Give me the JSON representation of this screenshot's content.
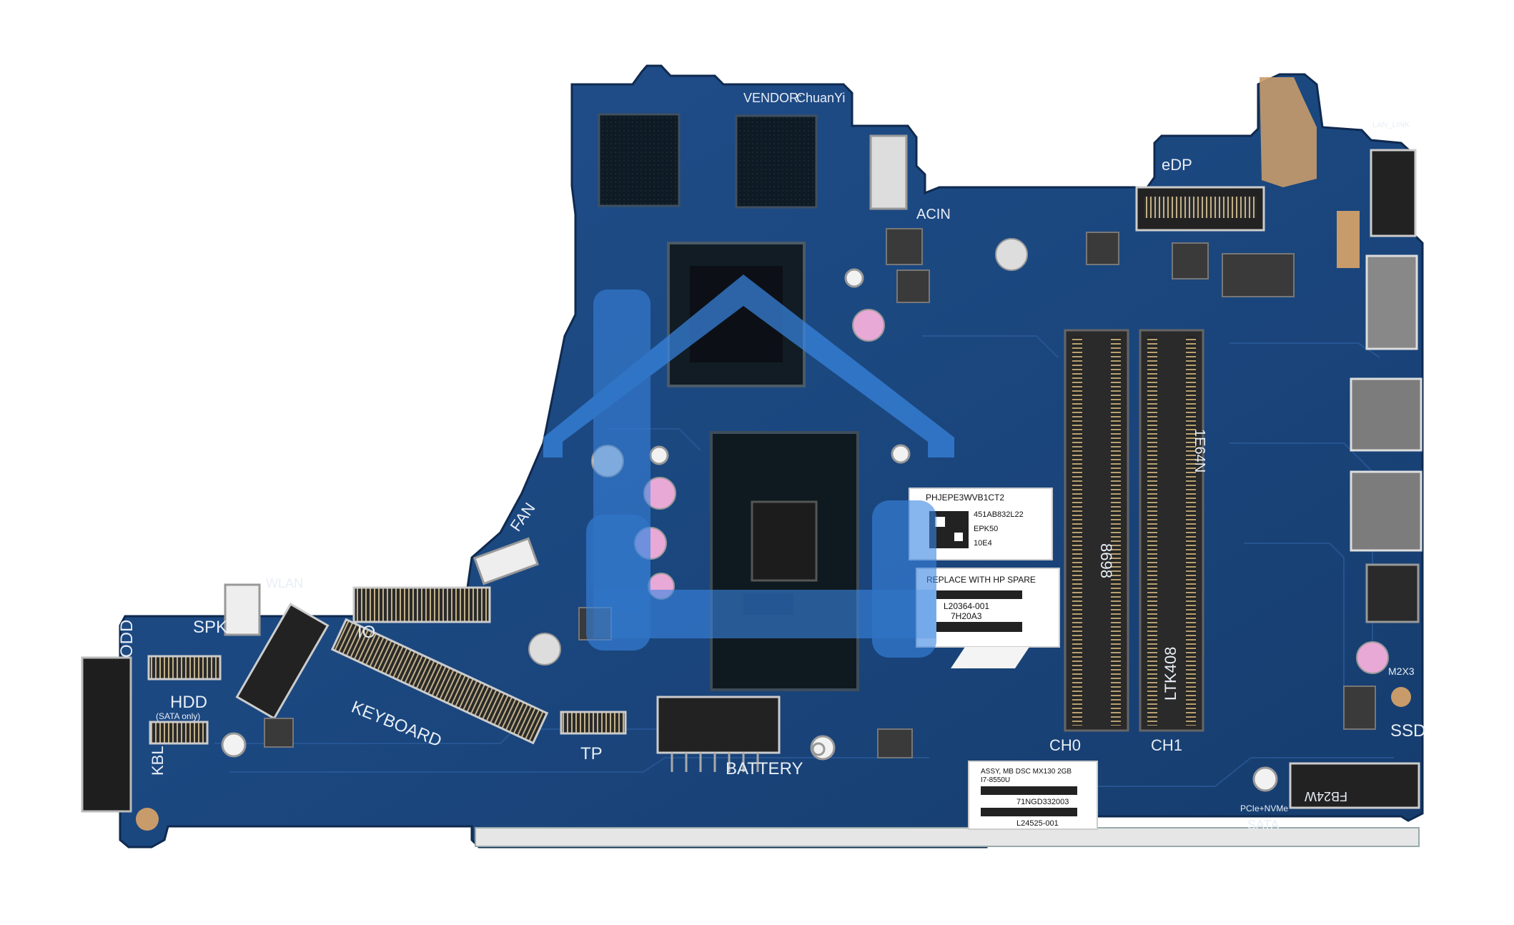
{
  "silkscreen": {
    "vendor": "VENDOR:",
    "vendor_name": "ChuanYi",
    "edp": "eDP",
    "acin": "ACIN",
    "fan": "FAN",
    "wlan": "WLAN",
    "spk": "SPK",
    "odd": "ODD",
    "hdd": "HDD",
    "sata_only": "(SATA only)",
    "io": "IO",
    "keyboard": "KEYBOARD",
    "kbl": "KBL",
    "tp": "TP",
    "battery": "BATTERY",
    "ch0": "CH0",
    "ch1": "CH1",
    "ssd": "SSD",
    "sata": "SATA",
    "lan_link": "LAN_LINK",
    "m2x3": "M2X3",
    "dimm_a": "8698",
    "dimm_b": "LTK408",
    "dimm_c": "1E64N",
    "pcie_note": "PCIe+NVMe",
    "ssd_code": "FB24W"
  },
  "labels": {
    "serial_label": {
      "line1": "PHJEPE3WVB1CT2",
      "line2": "451AB832L22",
      "line3": "EPK50",
      "line4": "10E4"
    },
    "spare_label": {
      "line1": "REPLACE WITH HP SPARE",
      "line2": "L20364-001",
      "line3": "7H20A3"
    },
    "assy_label": {
      "line1": "ASSY, MB DSC MX130 2GB",
      "line2": "I7-8550U",
      "line3": "71NGD332003",
      "line4": "L24525-001"
    }
  },
  "colors": {
    "pcb": "#1d4a86",
    "pcb_dark": "#12335f",
    "logo_overlay": "#3a86e0",
    "copper_pad": "#c89b6a"
  },
  "overlay_logo": "house-logo-watermark"
}
